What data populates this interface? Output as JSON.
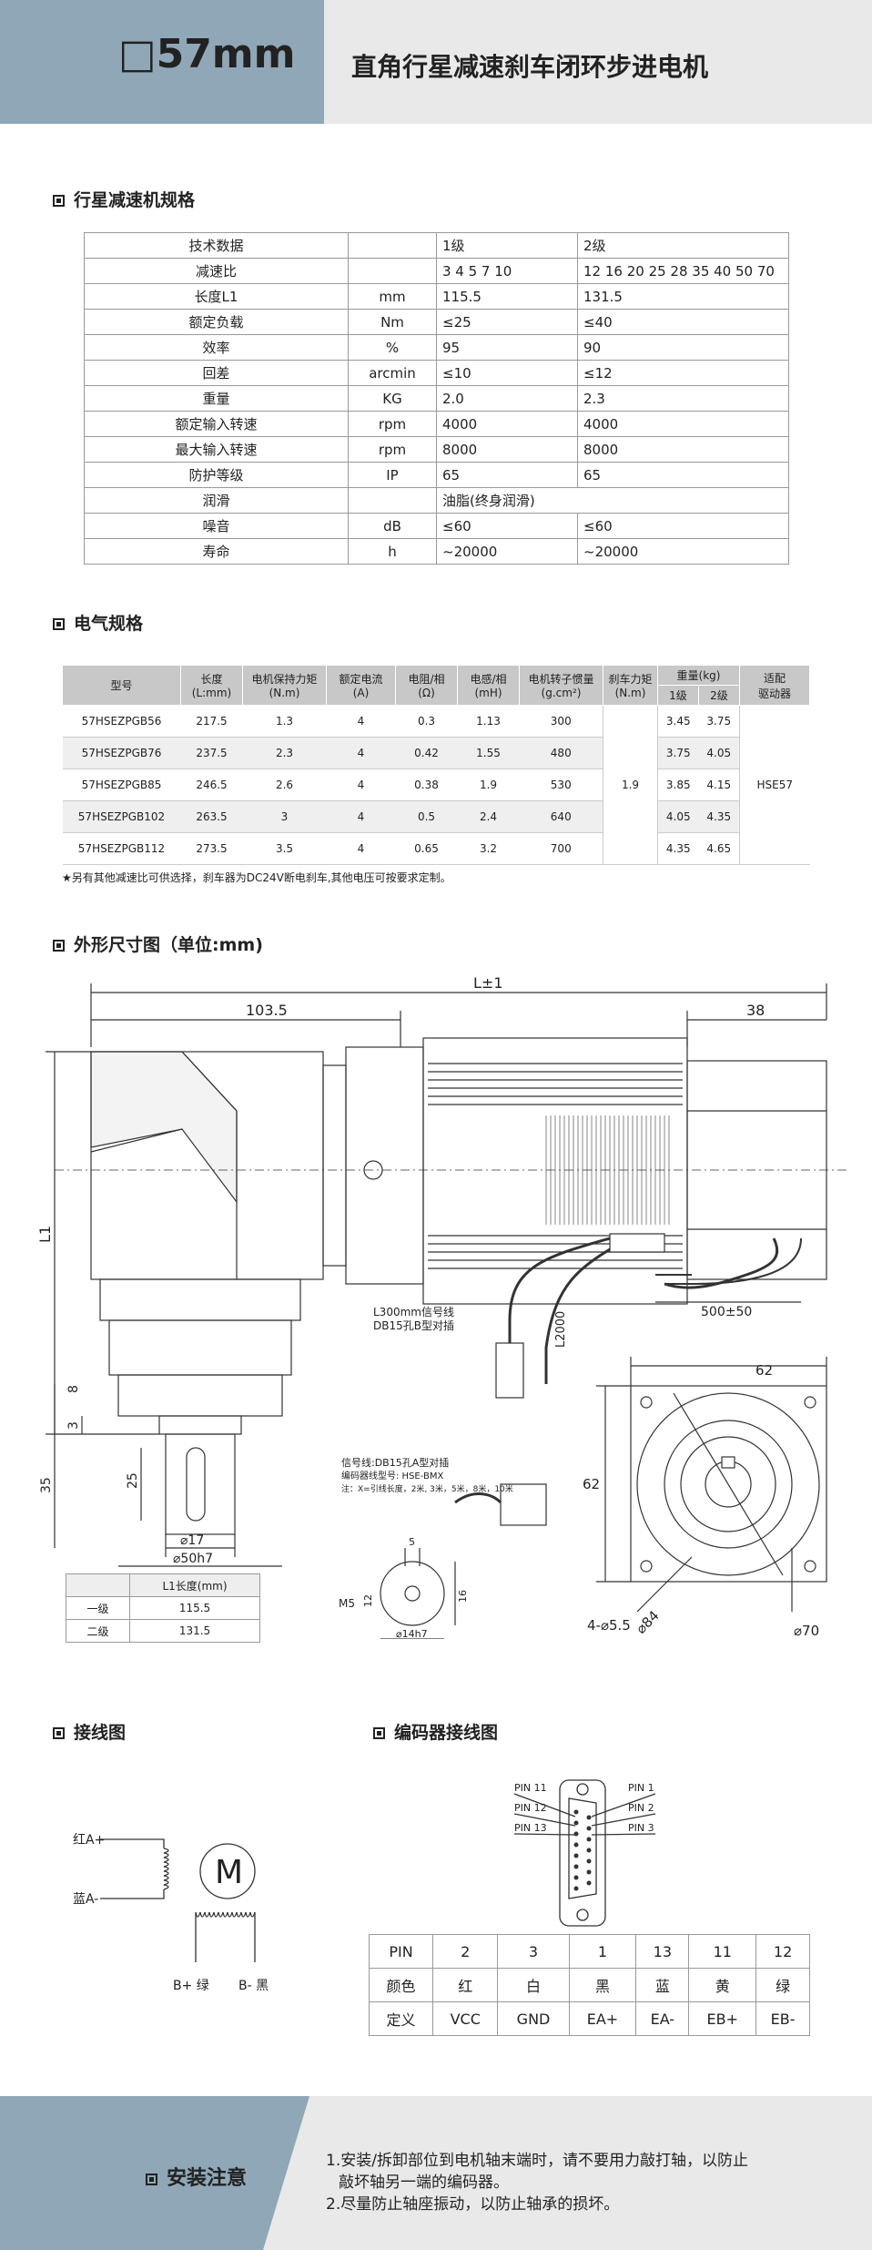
{
  "header": {
    "model": "□57mm",
    "title": "直角行星减速刹车闭环步进电机"
  },
  "sections": {
    "gearbox": "行星减速机规格",
    "electrical": "电气规格",
    "dimensions": "外形尺寸图（单位:mm)",
    "wiring": "接线图",
    "encoder": "编码器接线图",
    "install": "安装注意"
  },
  "gearbox_table": {
    "rows": [
      {
        "name": "技术数据",
        "unit": "",
        "l1": "1级",
        "l2": "2级"
      },
      {
        "name": "减速比",
        "unit": "",
        "l1": "3  4  5  7 10",
        "l2": "12 16  20 25 28 35 40 50 70"
      },
      {
        "name": "长度L1",
        "unit": "mm",
        "l1": "115.5",
        "l2": "131.5"
      },
      {
        "name": "额定负载",
        "unit": "Nm",
        "l1": "≤25",
        "l2": "≤40"
      },
      {
        "name": "效率",
        "unit": "%",
        "l1": "95",
        "l2": "90"
      },
      {
        "name": "回差",
        "unit": "arcmin",
        "l1": "≤10",
        "l2": "≤12"
      },
      {
        "name": "重量",
        "unit": "KG",
        "l1": "2.0",
        "l2": "2.3"
      },
      {
        "name": "额定输入转速",
        "unit": "rpm",
        "l1": "4000",
        "l2": "4000"
      },
      {
        "name": "最大输入转速",
        "unit": "rpm",
        "l1": "8000",
        "l2": "8000"
      },
      {
        "name": "防护等级",
        "unit": "IP",
        "l1": "65",
        "l2": "65"
      },
      {
        "name": "润滑",
        "unit": "",
        "l1": "油脂(终身润滑)",
        "l2": ""
      },
      {
        "name": "噪音",
        "unit": "dB",
        "l1": "≤60",
        "l2": "≤60"
      },
      {
        "name": "寿命",
        "unit": "h",
        "l1": "~20000",
        "l2": "~20000"
      }
    ]
  },
  "elec_table": {
    "headers": {
      "model": "型号",
      "length": "长度",
      "length_u": "(L:mm)",
      "hold": "电机保持力矩",
      "hold_u": "(N.m)",
      "current": "额定电流",
      "current_u": "(A)",
      "resist": "电阻/相",
      "resist_u": "(Ω)",
      "induct": "电感/相",
      "induct_u": "(mH)",
      "inertia": "电机转子惯量",
      "inertia_u": "(g.cm²)",
      "brake": "刹车力矩",
      "brake_u": "(N.m)",
      "weight": "重量(kg)",
      "w1": "1级",
      "w2": "2级",
      "driver": "适配",
      "driver2": "驱动器"
    },
    "rows": [
      {
        "model": "57HSEZPGB56",
        "length": "217.5",
        "hold": "1.3",
        "current": "4",
        "resist": "0.3",
        "induct": "1.13",
        "inertia": "300",
        "w1": "3.45",
        "w2": "3.75"
      },
      {
        "model": "57HSEZPGB76",
        "length": "237.5",
        "hold": "2.3",
        "current": "4",
        "resist": "0.42",
        "induct": "1.55",
        "inertia": "480",
        "w1": "3.75",
        "w2": "4.05"
      },
      {
        "model": "57HSEZPGB85",
        "length": "246.5",
        "hold": "2.6",
        "current": "4",
        "resist": "0.38",
        "induct": "1.9",
        "inertia": "530",
        "w1": "3.85",
        "w2": "4.15"
      },
      {
        "model": "57HSEZPGB102",
        "length": "263.5",
        "hold": "3",
        "current": "4",
        "resist": "0.5",
        "induct": "2.4",
        "inertia": "640",
        "w1": "4.05",
        "w2": "4.35"
      },
      {
        "model": "57HSEZPGB112",
        "length": "273.5",
        "hold": "3.5",
        "current": "4",
        "resist": "0.65",
        "induct": "3.2",
        "inertia": "700",
        "w1": "4.35",
        "w2": "4.65"
      }
    ],
    "brake_value": "1.9",
    "driver_value": "HSE57",
    "note": "★另有其他减速比可供选择，刹车器为DC24V断电刹车,其他电压可按要求定制。"
  },
  "drawing": {
    "l_total": "L±1",
    "d103": "103.5",
    "d38": "38",
    "l1": "L1",
    "d8": "8",
    "d35": "35",
    "d25": "25",
    "d3": "3",
    "phi17": "⌀17",
    "phi50": "⌀50h7",
    "signal1": "L300mm信号线",
    "signal2": "DB15孔B型对插",
    "l2000": "L2000",
    "d500": "500±50",
    "sig_a1": "信号线:DB15孔A型对插",
    "sig_a2": "编码器线型号: HSE-BMX",
    "sig_a3": "注：X=引线长度，2米, 3米，5米，8米，10米",
    "d62a": "62",
    "d62b": "62",
    "holes": "4-⌀5.5",
    "phi84": "⌀84",
    "phi70": "⌀70",
    "d5": "5",
    "m5": "M5",
    "d12": "12",
    "d16": "16",
    "phi14": "⌀14h7"
  },
  "l1_table": {
    "header": "L1长度(mm)",
    "rows": [
      {
        "name": "一级",
        "v": "115.5"
      },
      {
        "name": "二级",
        "v": "131.5"
      }
    ]
  },
  "wiring": {
    "a_plus": "红A+",
    "a_minus": "蓝A-",
    "b_plus": "B+ 绿",
    "b_minus": "B- 黑",
    "motor": "M"
  },
  "encoder": {
    "pins": [
      "PIN 11",
      "PIN 12",
      "PIN 13",
      "PIN 1",
      "PIN 2",
      "PIN 3"
    ],
    "table": {
      "pin_label": "PIN",
      "color_label": "颜色",
      "def_label": "定义",
      "pins": [
        "2",
        "3",
        "1",
        "13",
        "11",
        "12"
      ],
      "colors": [
        "红",
        "白",
        "黑",
        "蓝",
        "黄",
        "绿"
      ],
      "defs": [
        "VCC",
        "GND",
        "EA+",
        "EA-",
        "EB+",
        "EB-"
      ]
    }
  },
  "install": {
    "line1": "1.安装/拆卸部位到电机轴末端时，请不要用力敲打轴，以防止",
    "line2": "敲坏轴另一端的编码器。",
    "line3": "2.尽量防止轴座振动，以防止轴承的损坏。"
  }
}
